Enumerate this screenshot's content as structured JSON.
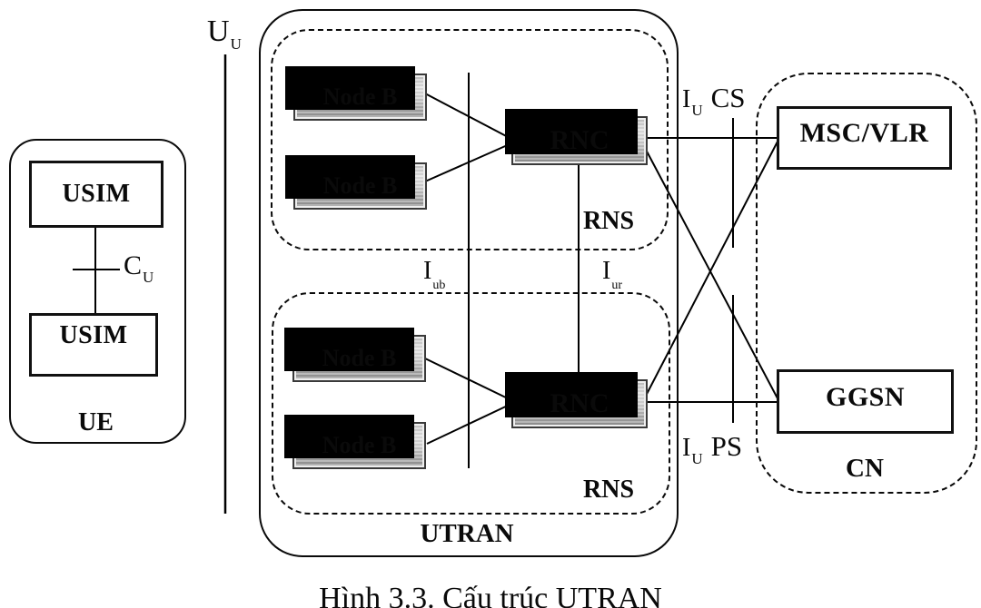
{
  "figure": {
    "caption": "Hình 3.3. Cấu trúc UTRAN",
    "ue": {
      "label": "UE",
      "top_box": "USIM",
      "bottom_box": "USIM",
      "cu": {
        "main": "C",
        "sub": "U"
      }
    },
    "uu": {
      "main": "U",
      "sub": "U"
    },
    "utran": {
      "label": "UTRAN",
      "rns1": {
        "label": "RNS",
        "nodeb1": "Node B",
        "nodeb2": "Node B",
        "rnc": "RNC"
      },
      "rns2": {
        "label": "RNS",
        "nodeb1": "Node B",
        "nodeb2": "Node B",
        "rnc": "RNC"
      },
      "iub": {
        "main": "I",
        "sub": "ub"
      },
      "iur": {
        "main": "I",
        "sub": "ur"
      }
    },
    "cn": {
      "label": "CN",
      "msc": "MSC/VLR",
      "ggsn": "GGSN",
      "iu_cs": {
        "main": "I",
        "sub": "U",
        "rest": "CS"
      },
      "iu_ps": {
        "main": "I",
        "sub": "U",
        "rest": "PS"
      }
    },
    "colors": {
      "line": "#000000",
      "box_border": "#111111",
      "box_gradient_light": "#e4e4e4",
      "box_gradient_dark": "#8f8f8f",
      "shadow": "#000000",
      "background": "#ffffff"
    }
  }
}
